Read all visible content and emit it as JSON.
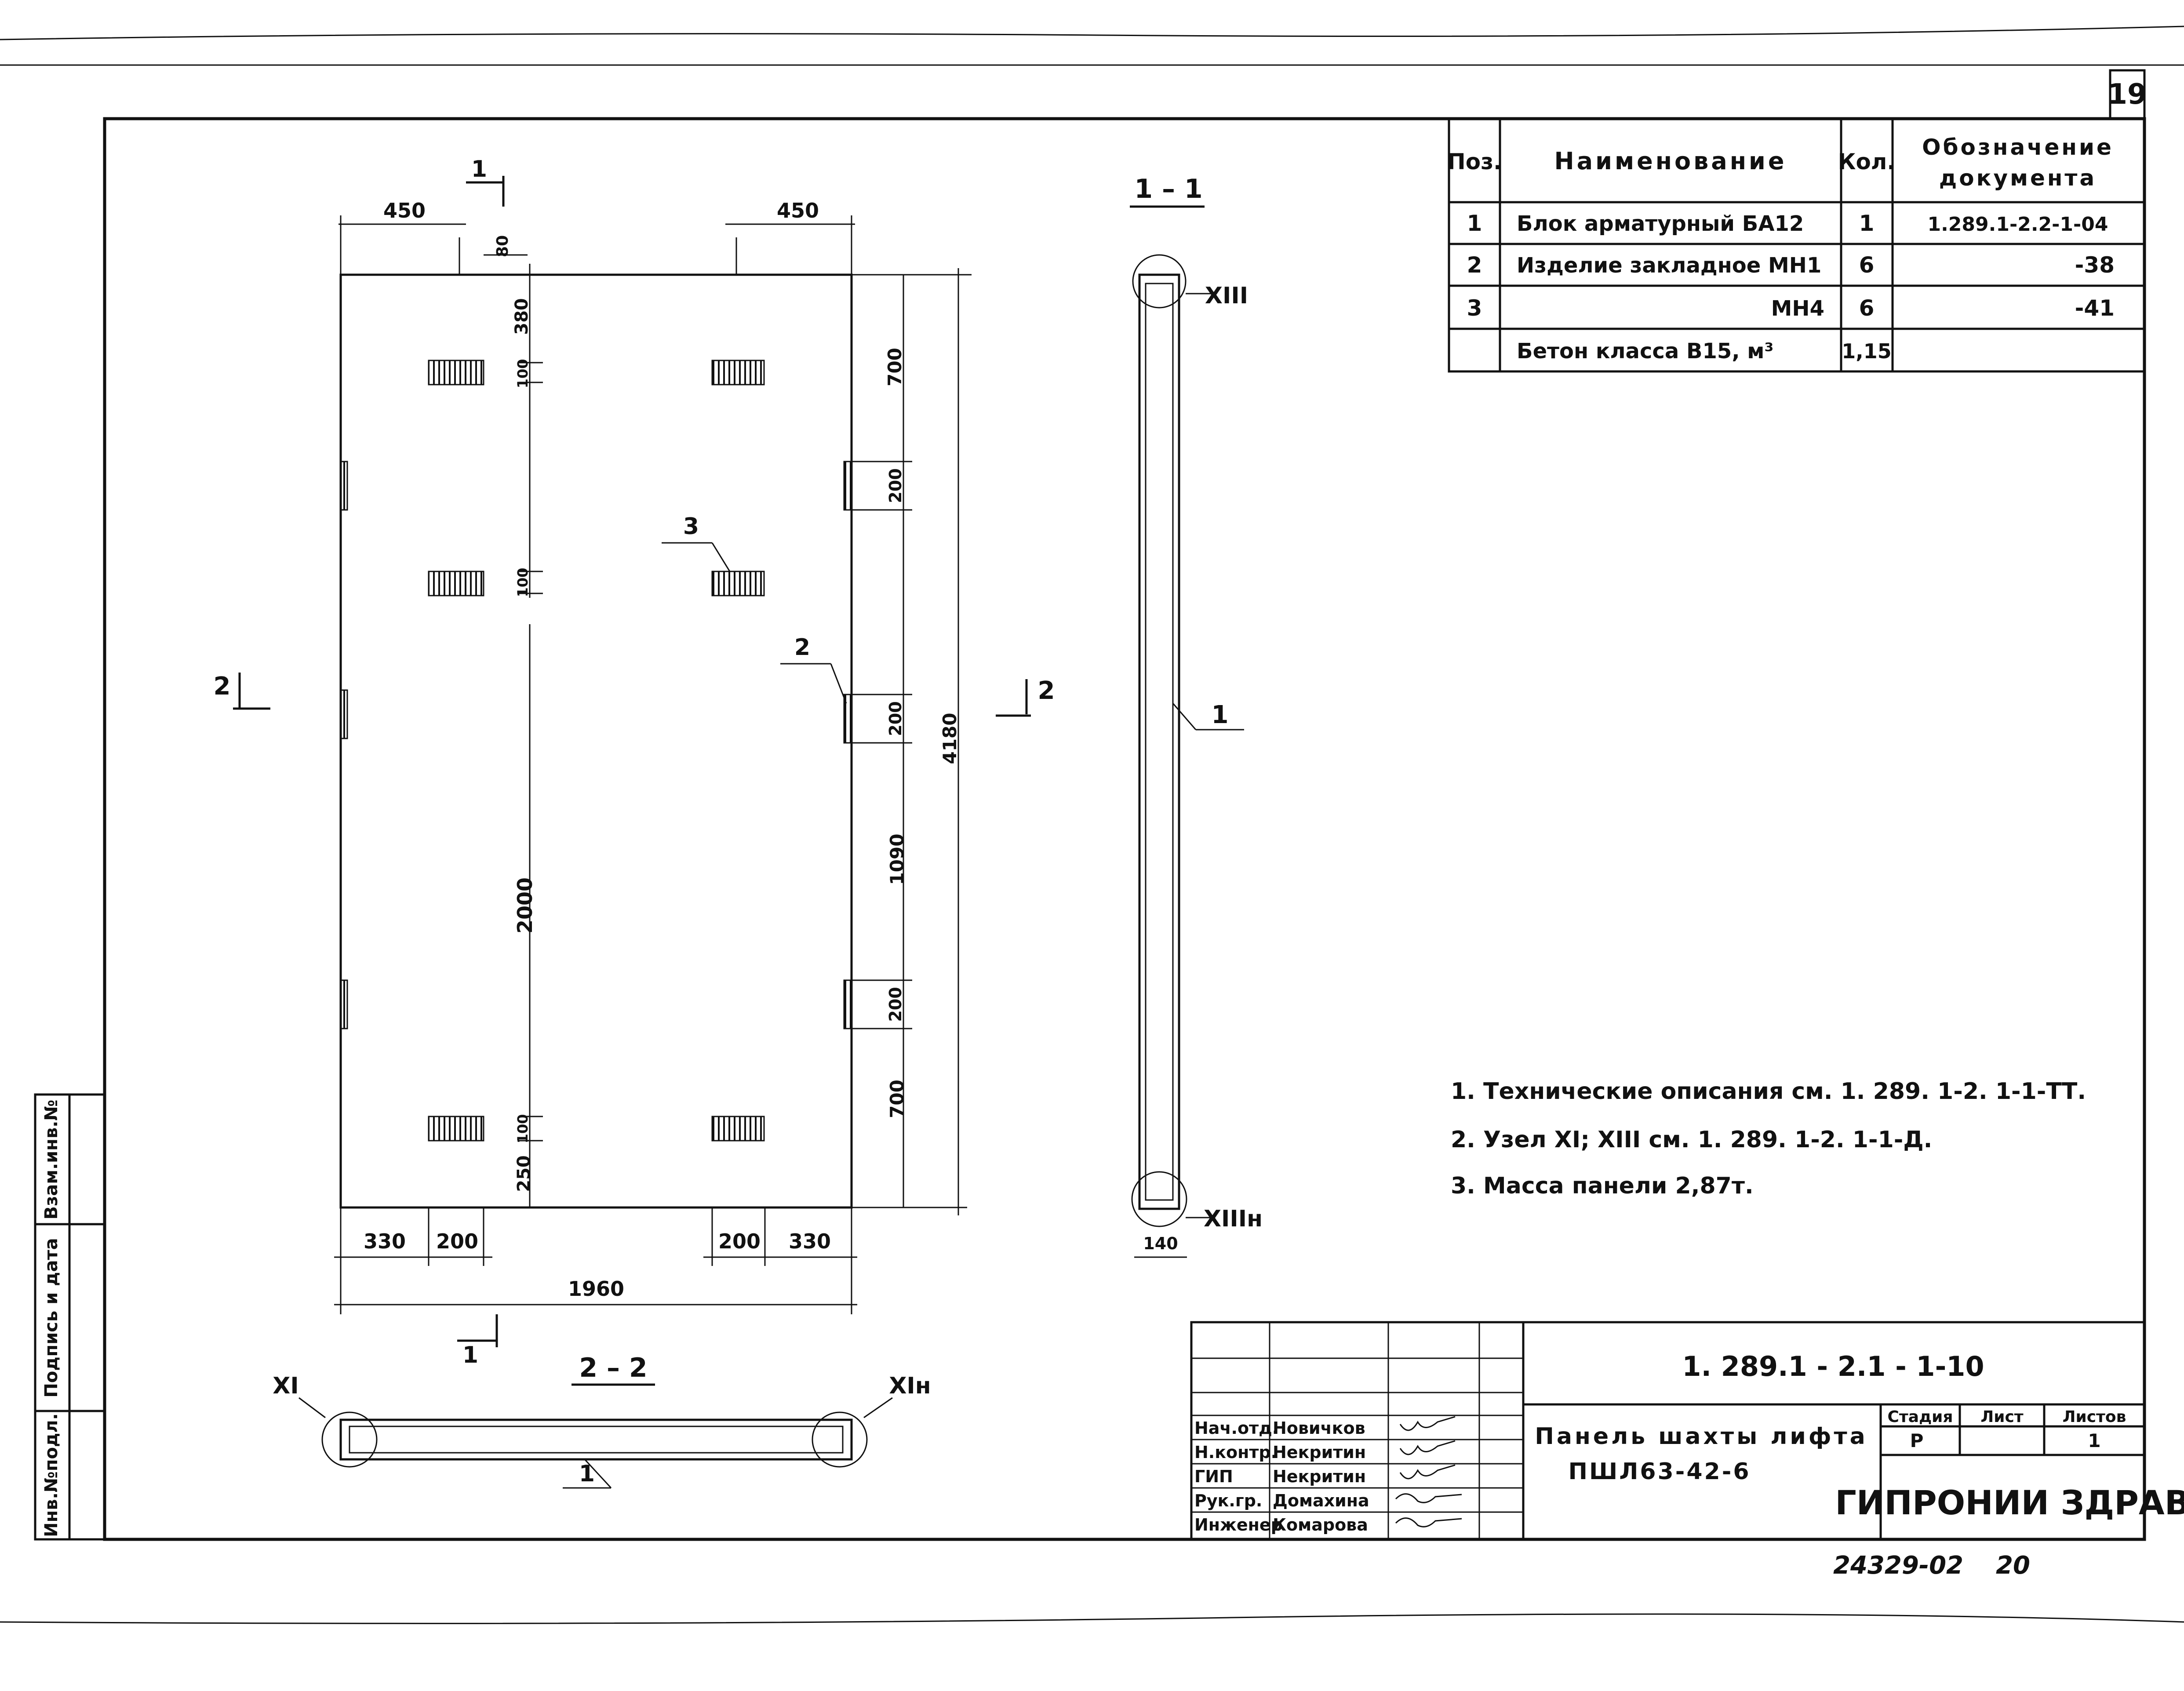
{
  "sheet": {
    "number": "19",
    "archive_code": "24329-02",
    "archive_suffix": "20"
  },
  "spec_table": {
    "headers": {
      "pos": "Поз.",
      "name": "Наименование",
      "qty": "Кол.",
      "doc_line1": "Обозначение",
      "doc_line2": "документа"
    },
    "rows": [
      {
        "pos": "1",
        "name": "Блок арматурный БА12",
        "qty": "1",
        "doc": "1.289.1-2.2-1-04"
      },
      {
        "pos": "2",
        "name": "Изделие закладное МН1",
        "qty": "6",
        "doc": "-38"
      },
      {
        "pos": "3",
        "name": "МН4",
        "qty": "6",
        "doc": "-41"
      },
      {
        "pos": "",
        "name": "Бетон класса В15, м³",
        "qty": "1,15",
        "doc": ""
      }
    ]
  },
  "main_view": {
    "dims": {
      "top_left_450": "450",
      "top_right_450": "450",
      "top_80": "80",
      "v_380": "380",
      "v_100a": "100",
      "v_100b": "100",
      "v_100c": "100",
      "v_2000": "2000",
      "v_250": "250",
      "r_700a": "700",
      "r_200a": "200",
      "r_200b": "200",
      "r_1090": "1090",
      "r_200c": "200",
      "r_700b": "700",
      "r_4180": "4180",
      "b_330a": "330",
      "b_200a": "200",
      "b_200b": "200",
      "b_330b": "330",
      "b_1960": "1960"
    },
    "callouts": {
      "item3": "3",
      "item2": "2"
    },
    "section_marks": {
      "s1_top": "1",
      "s1_bottom": "1",
      "s2_left": "2",
      "s2_right": "2"
    }
  },
  "section_1_1": {
    "title": "1 – 1",
    "node_top": "XIII",
    "node_bottom": "XIIIн",
    "callout": "1",
    "dim_140": "140"
  },
  "section_2_2": {
    "title": "2 – 2",
    "node_left": "XI",
    "node_right": "XIн",
    "callout": "1"
  },
  "notes": [
    "1. Технические описания см. 1. 289. 1-2. 1-1-ТТ.",
    "2. Узел XI; XIII   см. 1. 289. 1-2. 1-1-Д.",
    "3. Масса панели 2,87т."
  ],
  "title_block": {
    "code": "1. 289.1 - 2.1 - 1-10",
    "title_line1": "Панель шахты лифта",
    "title_line2": "ПШЛ63-42-6",
    "stage_label": "Стадия",
    "sheet_label": "Лист",
    "sheets_label": "Листов",
    "stage_value": "Р",
    "sheets_value": "1",
    "organization": "ГИПРОНИИ ЗДРАВ",
    "staff": [
      {
        "role": "Нач.отд.",
        "name": "Новичков"
      },
      {
        "role": "Н.контр.",
        "name": "Некритин"
      },
      {
        "role": "ГИП",
        "name": "Некритин"
      },
      {
        "role": "Рук.гр.",
        "name": "Домахина"
      },
      {
        "role": "Инженер",
        "name": "Комарова"
      }
    ]
  },
  "side_stamp": {
    "inv_no": "Инв.№подл.",
    "sign_date": "Подпись и дата",
    "replace_inv": "Взам.инв.№"
  }
}
